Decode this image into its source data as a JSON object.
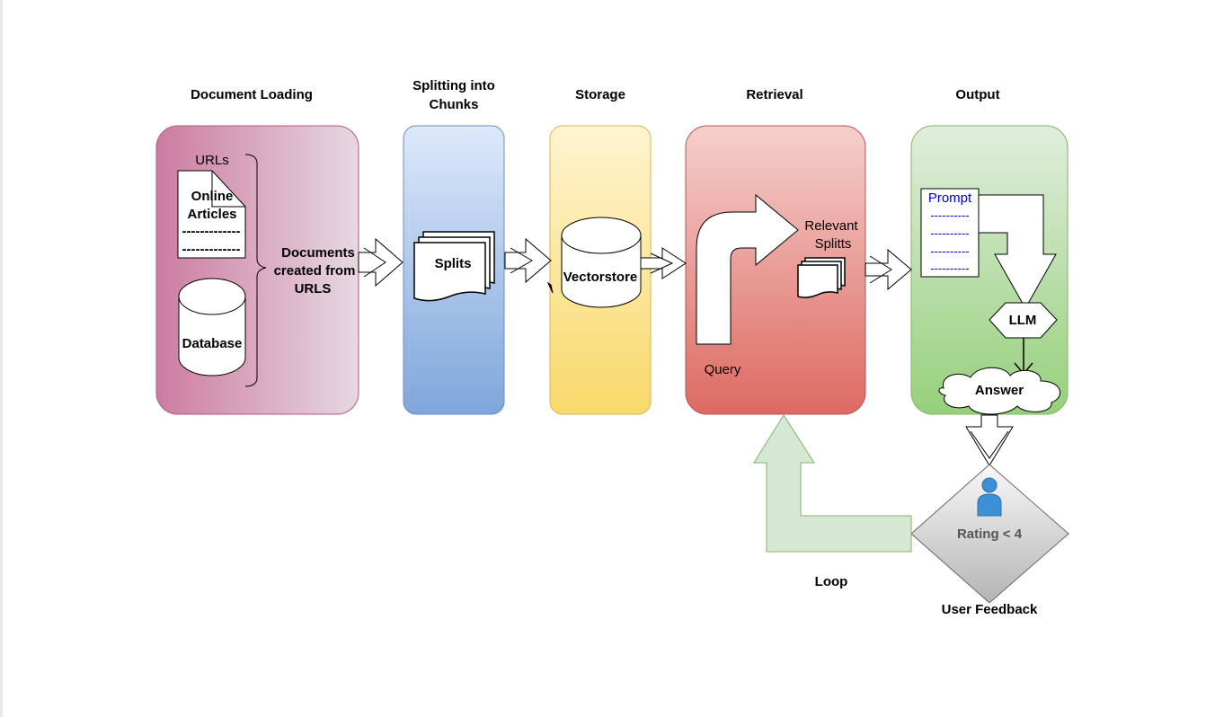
{
  "stages": {
    "loading": "Document Loading",
    "splitting_line1": "Splitting into",
    "splitting_line2": "Chunks",
    "storage": "Storage",
    "retrieval": "Retrieval",
    "output": "Output"
  },
  "loading": {
    "urls": "URLs",
    "article_line1": "Online",
    "article_line2": "Articles",
    "article_dashes": "-------------",
    "database": "Database",
    "docs_line1": "Documents",
    "docs_line2": "created from",
    "docs_line3": "URLS"
  },
  "splitting": {
    "splits": "Splits"
  },
  "storage": {
    "vectorstore": "Vectorstore"
  },
  "retrieval": {
    "relevant_line1": "Relevant",
    "relevant_line2": "Splitts",
    "query": "Query"
  },
  "output": {
    "prompt": "Prompt",
    "prompt_dashes": "----------",
    "llm": "LLM",
    "answer": "Answer"
  },
  "feedback": {
    "rating": "Rating < 4",
    "user_feedback": "User Feedback",
    "loop": "Loop"
  },
  "colors": {
    "loading": "#cd7ba0",
    "splitting": "#dae8fc",
    "storage": "#fff2cc",
    "retrieval": "#f8cecc",
    "output": "#d5e8d4",
    "loop_arrow": "#d5e8d4",
    "prompt_text": "#0000cc",
    "person": "#3d8fd6"
  },
  "icons": [
    "document-icon",
    "database-icon",
    "stacked-pages-icon",
    "cylinder-icon",
    "person-icon",
    "cloud-icon",
    "hexagon-icon",
    "diamond-icon"
  ]
}
